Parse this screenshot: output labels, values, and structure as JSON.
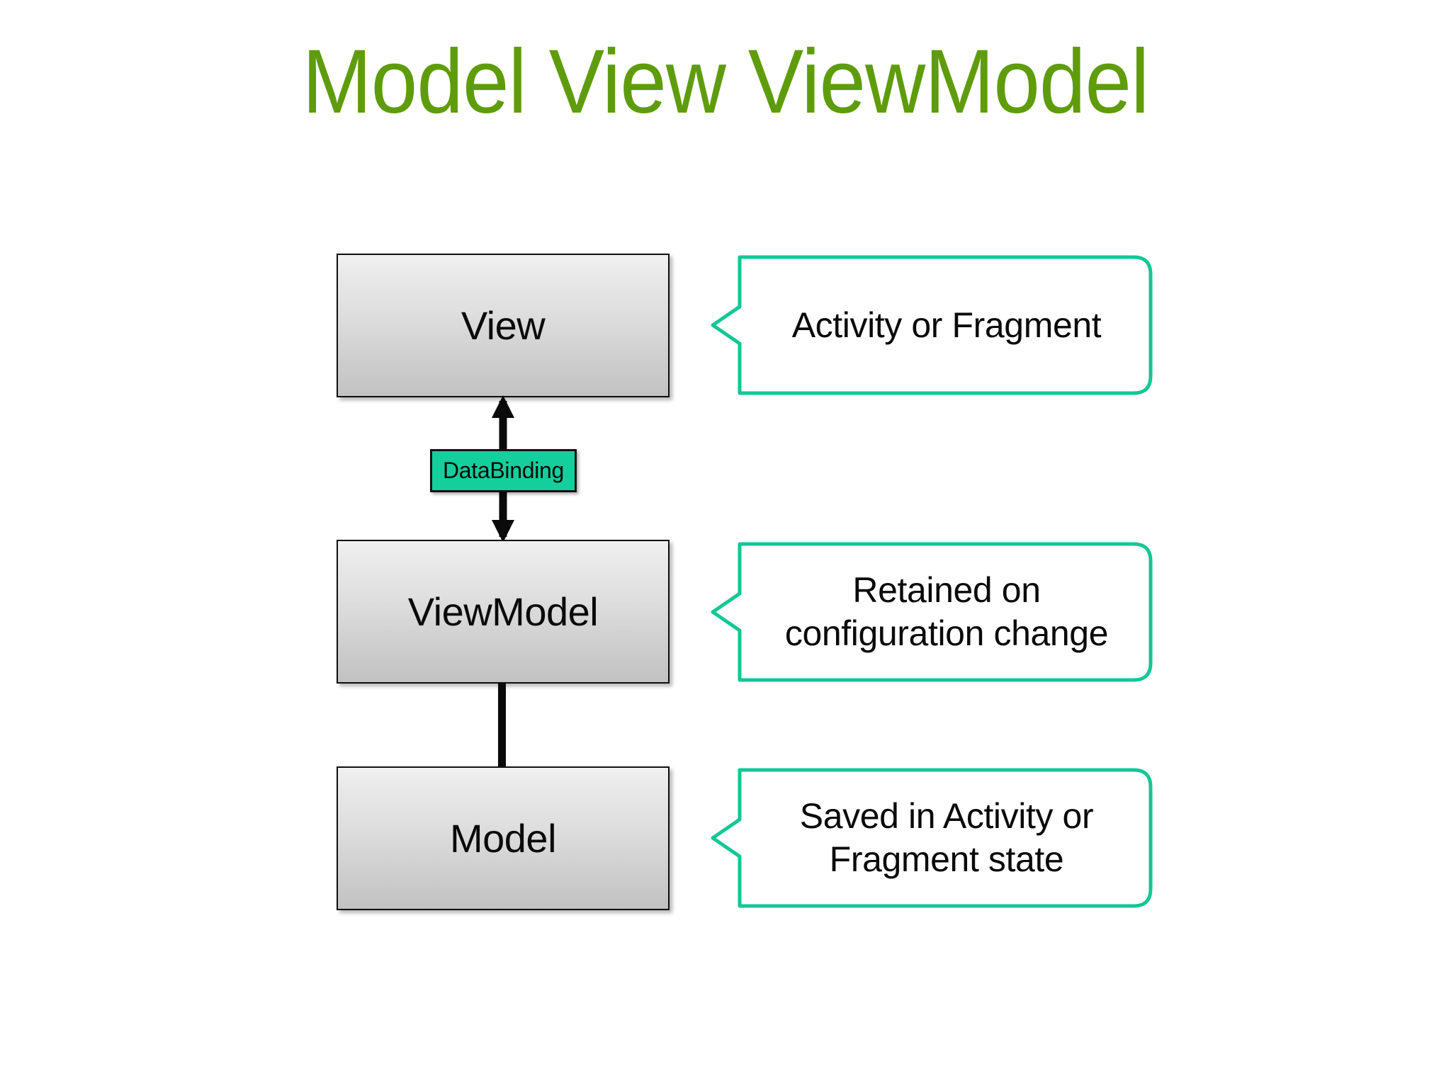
{
  "slide": {
    "title": "Model View ViewModel",
    "title_color": "#5f9c0c",
    "background_color": "#ffffff",
    "accent_color": "#14cf9b"
  },
  "nodes": [
    {
      "id": "view",
      "label": "View"
    },
    {
      "id": "viewmodel",
      "label": "ViewModel"
    },
    {
      "id": "model",
      "label": "Model"
    }
  ],
  "connectors": [
    {
      "id": "databinding",
      "from": "view",
      "to": "viewmodel",
      "style": "double-arrow",
      "chip_label": "DataBinding",
      "chip_fill": "#14cf9b",
      "chip_border": "#121212"
    },
    {
      "id": "viewmodel-model",
      "from": "viewmodel",
      "to": "model",
      "style": "plain-line",
      "chip_label": "",
      "chip_fill": "",
      "chip_border": "#0a0a0a"
    }
  ],
  "callouts": [
    {
      "id": "view-callout",
      "points_to": "view",
      "line1": "Activity or Fragment",
      "line2": "",
      "border_color": "#14c794"
    },
    {
      "id": "viewmodel-callout",
      "points_to": "viewmodel",
      "line1": "Retained on",
      "line2": "configuration change",
      "border_color": "#14c794"
    },
    {
      "id": "model-callout",
      "points_to": "model",
      "line1": "Saved in Activity or",
      "line2": "Fragment state",
      "border_color": "#14c794"
    }
  ]
}
